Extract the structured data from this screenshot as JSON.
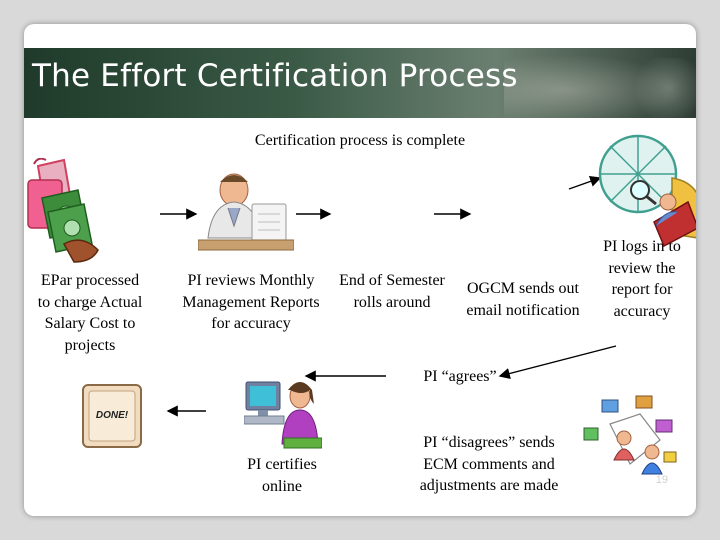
{
  "title": "The Effort Certification Process",
  "nodes": {
    "complete": "Certification process is complete",
    "epar": "EPar processed to charge Actual Salary Cost to projects",
    "pi_reviews": "PI reviews Monthly Management Reports for accuracy",
    "end_semester": "End of Semester rolls around",
    "ogcm": "OGCM sends out email notification",
    "pi_logs": "PI logs in to review the report for accuracy",
    "pi_agrees": "PI  “agrees”",
    "pi_disagrees": "PI “disagrees” sends ECM comments and adjustments are made",
    "pi_certifies": "PI  certifies online",
    "done": "DONE!"
  },
  "slide_number": "19",
  "icons": [
    "money-bag-icon",
    "man-at-desk-icon",
    "magnifier-map-icon",
    "done-stamp-icon",
    "woman-at-computer-icon",
    "network-people-icon"
  ],
  "colors": {
    "title_bar": "#2f4a3a",
    "title_text": "#ffffff",
    "arrow": "#000000"
  }
}
